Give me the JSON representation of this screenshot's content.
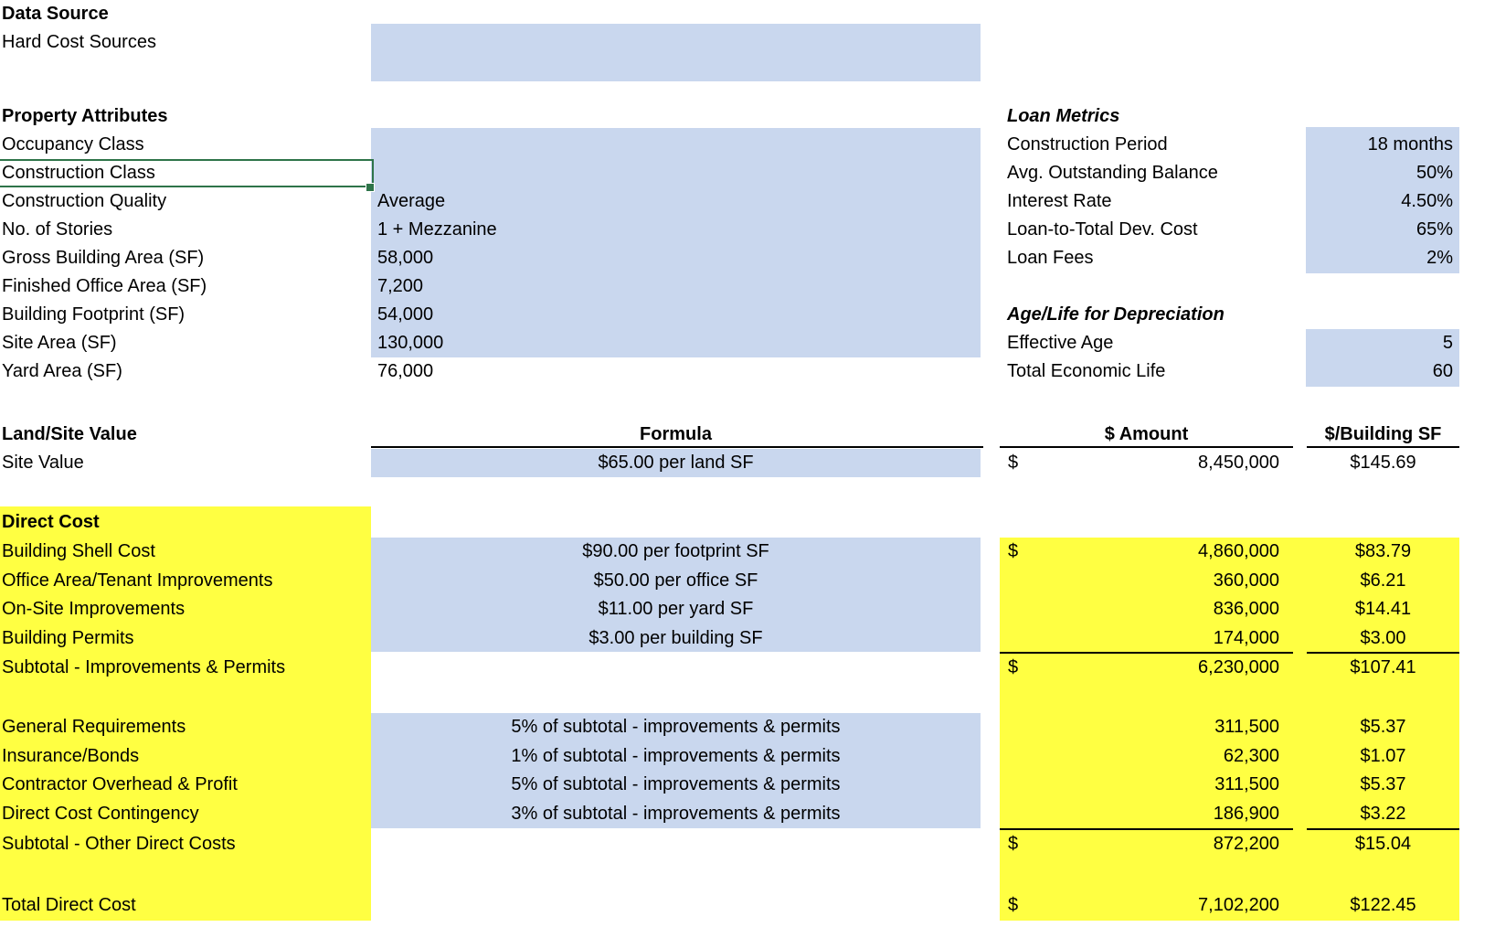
{
  "colors": {
    "cell_fill_blue": "#c9d7ee",
    "cell_fill_yellow": "#ffff42",
    "selection_green": "#2e7449"
  },
  "data_source": {
    "title": "Data Source",
    "rows": [
      {
        "label": "Hard Cost Sources",
        "value": ""
      }
    ]
  },
  "property_attributes": {
    "title": "Property Attributes",
    "rows": [
      {
        "label": "Occupancy Class",
        "value": ""
      },
      {
        "label": "Construction Class",
        "value": ""
      },
      {
        "label": "Construction Quality",
        "value": "Average"
      },
      {
        "label": "No. of Stories",
        "value": "1 + Mezzanine"
      },
      {
        "label": "Gross Building Area (SF)",
        "value": "58,000"
      },
      {
        "label": "Finished Office Area (SF)",
        "value": "7,200"
      },
      {
        "label": "Building Footprint (SF)",
        "value": "54,000"
      },
      {
        "label": "Site Area (SF)",
        "value": "130,000"
      },
      {
        "label": "Yard Area (SF)",
        "value": "76,000"
      }
    ]
  },
  "loan_metrics": {
    "title": "Loan Metrics",
    "rows": [
      {
        "label": "Construction Period",
        "value": "18 months"
      },
      {
        "label": "Avg. Outstanding Balance",
        "value": "50%"
      },
      {
        "label": "Interest Rate",
        "value": "4.50%"
      },
      {
        "label": "Loan-to-Total Dev. Cost",
        "value": "65%"
      },
      {
        "label": "Loan Fees",
        "value": "2%"
      }
    ]
  },
  "age_life": {
    "title": "Age/Life for Depreciation",
    "rows": [
      {
        "label": "Effective Age",
        "value": "5"
      },
      {
        "label": "Total Economic Life",
        "value": "60"
      }
    ]
  },
  "land_site_value": {
    "title": "Land/Site Value",
    "headers": {
      "formula": "Formula",
      "amount": "$ Amount",
      "per_sf": "$/Building SF"
    },
    "rows": [
      {
        "label": "Site Value",
        "formula": "$65.00 per land SF",
        "currency": "$",
        "amount": "8,450,000",
        "per_sf": "$145.69"
      }
    ]
  },
  "direct_cost": {
    "title": "Direct Cost",
    "line_items": [
      {
        "label": "Building Shell Cost",
        "formula": "$90.00 per footprint SF",
        "currency": "$",
        "amount": "4,860,000",
        "per_sf": "$83.79"
      },
      {
        "label": "Office Area/Tenant Improvements",
        "formula": "$50.00 per office SF",
        "currency": "",
        "amount": "360,000",
        "per_sf": "$6.21"
      },
      {
        "label": "On-Site Improvements",
        "formula": "$11.00 per yard SF",
        "currency": "",
        "amount": "836,000",
        "per_sf": "$14.41"
      },
      {
        "label": "Building Permits",
        "formula": "$3.00 per building SF",
        "currency": "",
        "amount": "174,000",
        "per_sf": "$3.00"
      }
    ],
    "subtotal_improvements": {
      "label": "Subtotal - Improvements & Permits",
      "currency": "$",
      "amount": "6,230,000",
      "per_sf": "$107.41"
    },
    "other_items": [
      {
        "label": "General Requirements",
        "formula": "5% of subtotal - improvements & permits",
        "currency": "",
        "amount": "311,500",
        "per_sf": "$5.37"
      },
      {
        "label": "Insurance/Bonds",
        "formula": "1% of subtotal - improvements & permits",
        "currency": "",
        "amount": "62,300",
        "per_sf": "$1.07"
      },
      {
        "label": "Contractor Overhead & Profit",
        "formula": "5% of subtotal - improvements & permits",
        "currency": "",
        "amount": "311,500",
        "per_sf": "$5.37"
      },
      {
        "label": "Direct Cost Contingency",
        "formula": "3% of subtotal - improvements & permits",
        "currency": "",
        "amount": "186,900",
        "per_sf": "$3.22"
      }
    ],
    "subtotal_other": {
      "label": "Subtotal - Other Direct Costs",
      "currency": "$",
      "amount": "872,200",
      "per_sf": "$15.04"
    },
    "total": {
      "label": "Total Direct Cost",
      "currency": "$",
      "amount": "7,102,200",
      "per_sf": "$122.45"
    }
  }
}
